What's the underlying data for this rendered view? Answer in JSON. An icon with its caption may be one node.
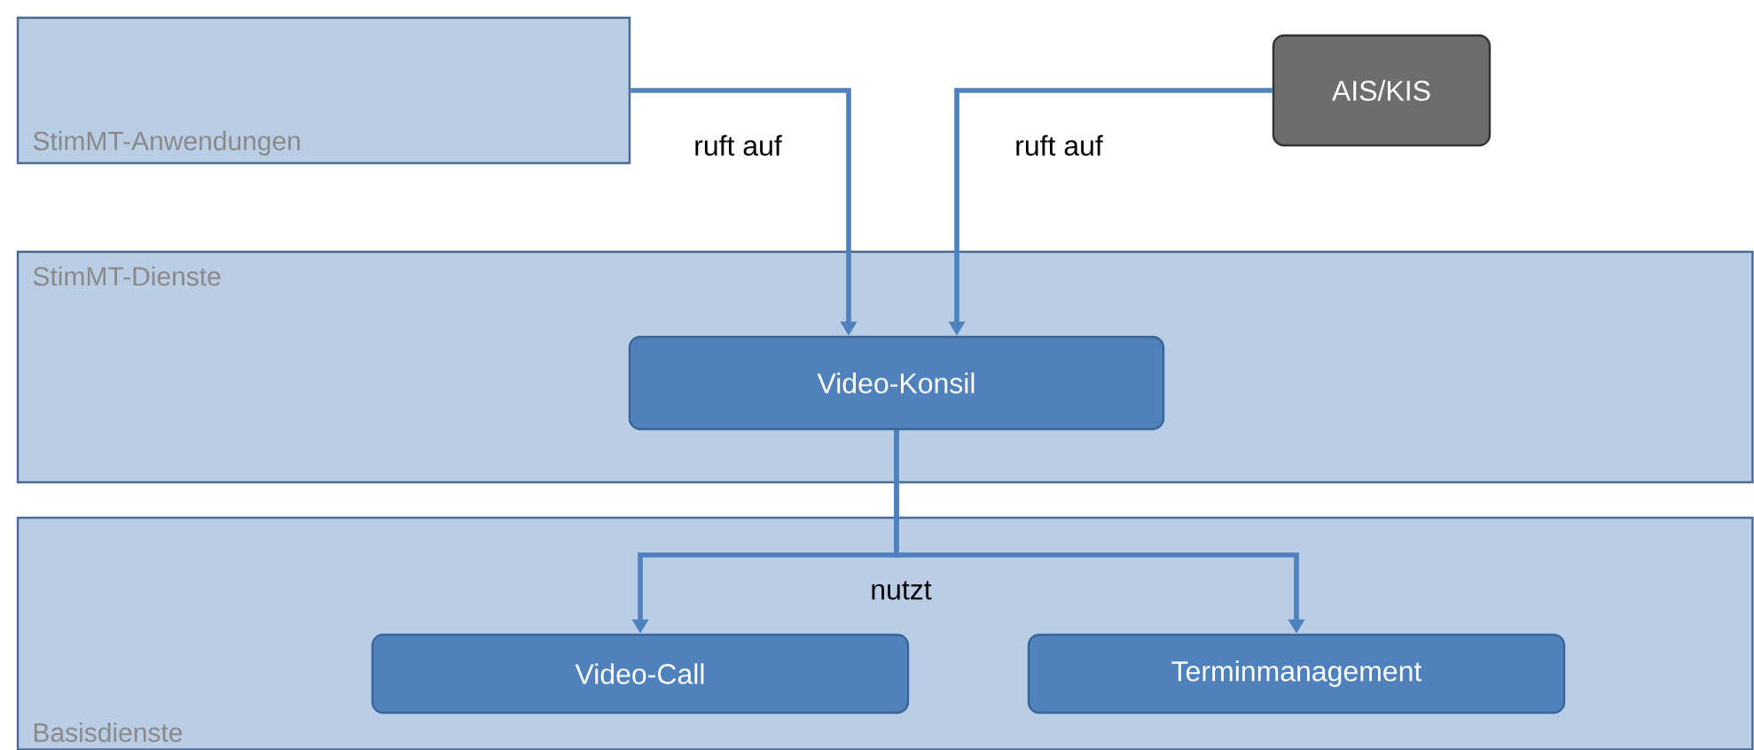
{
  "diagram": {
    "nodes": [
      {
        "text": [
          "StimMT-Anwendungen"
        ]
      },
      {
        "text": [
          "AIS/KIS"
        ]
      },
      {
        "text": [
          "StimMT-Dienste"
        ]
      },
      {
        "text": [
          "Video-Konsil"
        ],
        "in": 2
      },
      {
        "text": [
          "Basisdienste"
        ]
      },
      {
        "text": [
          "Video-Call"
        ],
        "in": 4
      },
      {
        "text": [
          "Terminmanagement"
        ],
        "in": 4
      }
    ],
    "edges": [
      {
        "from": 0,
        "to": 3,
        "arrow": "to",
        "label": "ruft auf"
      },
      {
        "from": 1,
        "to": 3,
        "arrow": "to",
        "label": "ruft auf"
      },
      {
        "from": 3,
        "to": 5,
        "arrow": "to",
        "label": "nutzt"
      },
      {
        "from": 3,
        "to": 6,
        "arrow": "to"
      }
    ]
  }
}
